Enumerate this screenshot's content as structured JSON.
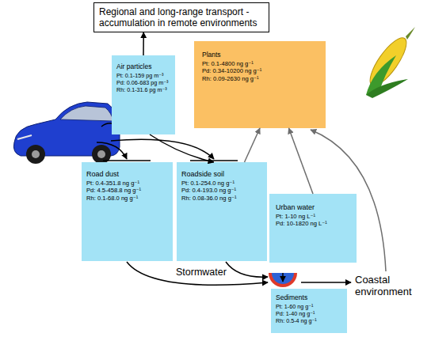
{
  "diagram": {
    "nodes": [
      {
        "text": [
          "Regional and long-range transport - accumulation in remote environments"
        ]
      },
      {
        "text": [
          "Air particles",
          "Pt: 0.1-159 pg m⁻³",
          "Pd: 0.06-683 pg m⁻³",
          "Rh: 0.1-31.6 pg m⁻³"
        ]
      },
      {
        "text": [
          "Plants",
          "Pt: 0.1-4800 ng g⁻¹",
          "Pd: 0.34-10200 ng g⁻¹",
          "Rh: 0.09-2630 ng g⁻¹"
        ]
      },
      {
        "text": [
          "Road dust",
          "Pt: 0.4-351.8 ng g⁻¹",
          "Pd: 4.5-458.8 ng g⁻¹",
          "Rh: 0.1-68.0 ng g⁻¹"
        ]
      },
      {
        "text": [
          "Roadside soil",
          "Pt: 0.1-254.0 ng g⁻¹",
          "Pd: 0.4-193.0 ng g⁻¹",
          "Rh: 0.08-36.0 ng g⁻¹"
        ]
      },
      {
        "text": [
          "Urban water",
          "Pt: 1-10 ng L⁻¹",
          "Pd: 10-1820 ng L⁻¹"
        ]
      },
      {
        "text": [
          "Sediments",
          "Pt: 1-60 ng g⁻¹",
          "Pd: 1-40 ng g⁻¹",
          "Rh: 0.5-4 ng g⁻¹"
        ]
      }
    ],
    "edges": [
      {
        "from": 1,
        "to": 0,
        "arrow": "to"
      },
      {
        "from": 1,
        "to": 4,
        "arrow": "to"
      },
      {
        "from": 4,
        "to": 2,
        "arrow": "to"
      },
      {
        "from": 5,
        "to": 2,
        "arrow": "to"
      }
    ],
    "labels": [
      "Stormwater",
      "Coastal environment"
    ]
  }
}
